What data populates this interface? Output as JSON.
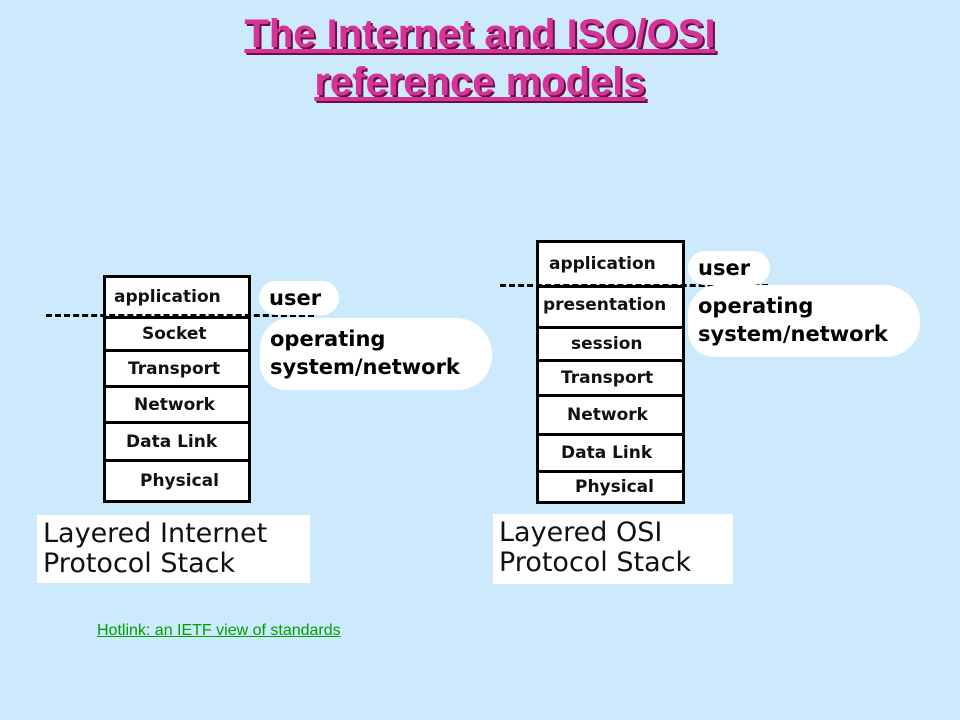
{
  "title": {
    "line1": "The Internet and ISO/OSI",
    "line2": "reference models"
  },
  "internet_stack": {
    "layers": [
      "application",
      "Socket",
      "Transport",
      "Network",
      "Data Link",
      "Physical"
    ],
    "user_label": "user",
    "os_label_line1": "operating",
    "os_label_line2": "system/network",
    "caption_line1": "Layered Internet",
    "caption_line2": "Protocol Stack"
  },
  "osi_stack": {
    "layers": [
      "application",
      "presentation",
      "session",
      "Transport",
      "Network",
      "Data Link",
      "Physical"
    ],
    "user_label": "user",
    "os_label_line1": "operating",
    "os_label_line2": "system/network",
    "caption_line1": "Layered OSI",
    "caption_line2": "Protocol Stack"
  },
  "hotlink": {
    "text": "Hotlink: an IETF view of standards"
  }
}
